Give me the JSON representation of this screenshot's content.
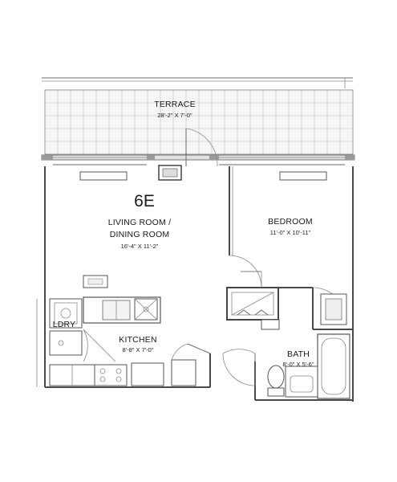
{
  "unit": "6E",
  "rooms": {
    "terrace": {
      "name": "TERRACE",
      "dims": "28'-2\" X 7'-0\""
    },
    "living": {
      "name_line1": "LIVING ROOM /",
      "name_line2": "DINING ROOM",
      "dims": "16'-4\" X 11'-2\""
    },
    "bedroom": {
      "name": "BEDROOM",
      "dims": "11'-0\" X 10'-11\""
    },
    "kitchen": {
      "name": "KITCHEN",
      "dims": "8'-8\" X 7'-0\""
    },
    "laundry": {
      "name": "LDRY"
    },
    "bath": {
      "name": "BATH",
      "dims": "8'-0\" X 5'-6\""
    }
  }
}
